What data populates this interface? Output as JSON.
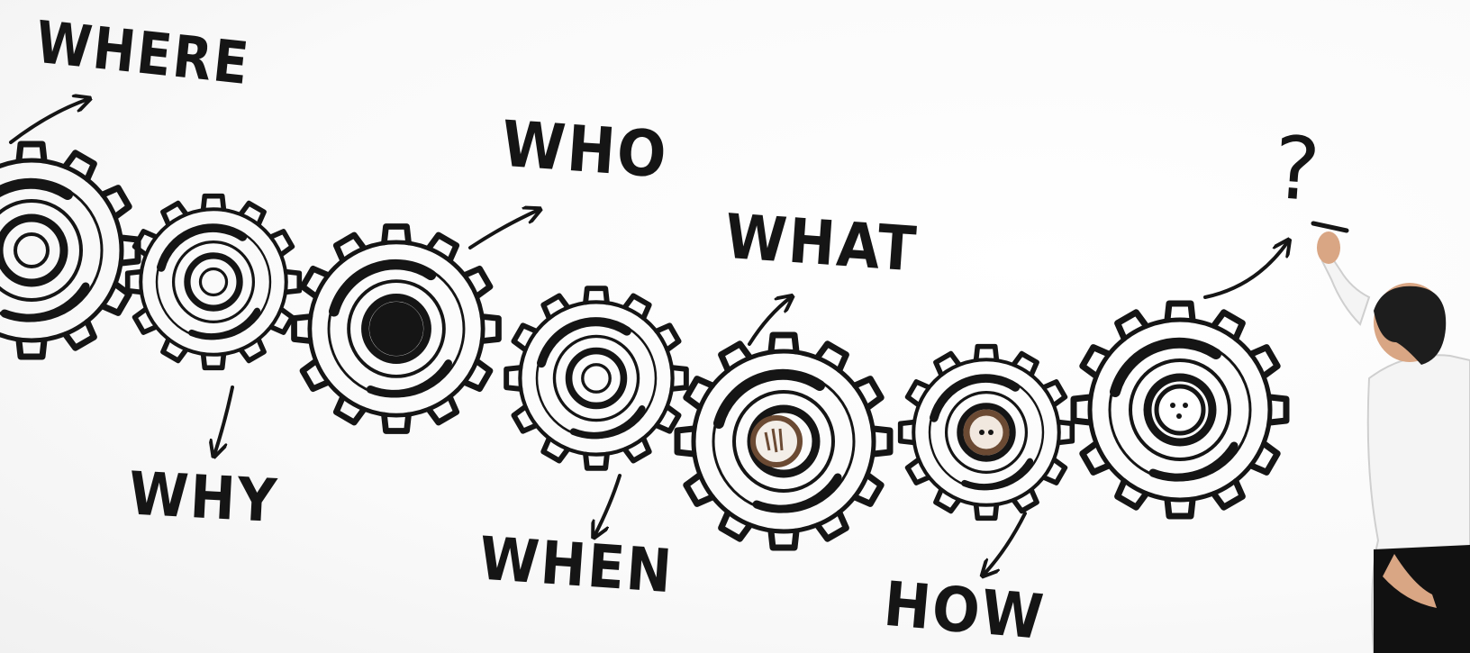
{
  "words": {
    "where": "WHERE",
    "who": "WHO",
    "what": "WHAT",
    "why": "WHY",
    "when": "WHEN",
    "how": "HOW",
    "question_mark": "?"
  },
  "colors": {
    "ink": "#151515",
    "board": "#ffffff",
    "hub_brown": "#6b4a33",
    "shirt": "#f4f4f4",
    "hair": "#1d1d1d",
    "trousers": "#111111",
    "skin": "#d9a684"
  },
  "icons": {
    "gears": "gear-icon",
    "arrows": "arrow-icon",
    "person": "person-figure"
  }
}
